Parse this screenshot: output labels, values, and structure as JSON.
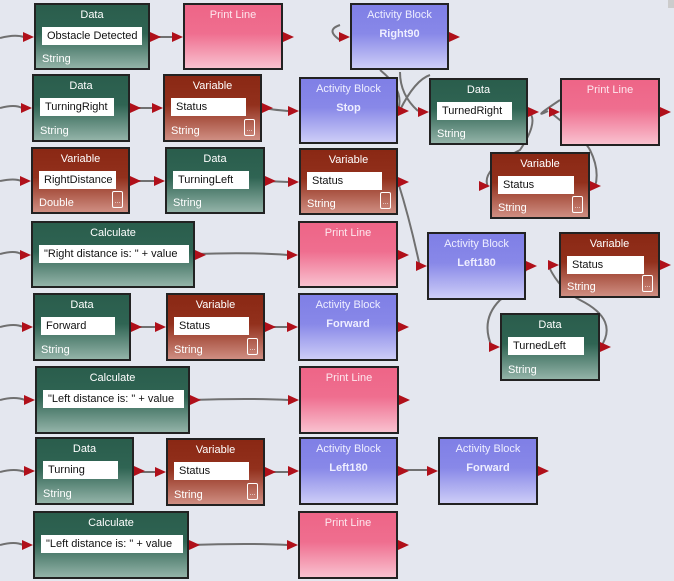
{
  "blocks": [
    {
      "kind": "data",
      "title": "Data",
      "value": "Obstacle Detected",
      "type": "String"
    },
    {
      "kind": "print",
      "title": "Print Line"
    },
    {
      "kind": "act",
      "title": "Activity Block",
      "name": "Right90"
    },
    {
      "kind": "data",
      "title": "Data",
      "value": "TurningRight",
      "type": "String"
    },
    {
      "kind": "var",
      "title": "Variable",
      "value": "Status",
      "type": "String"
    },
    {
      "kind": "act",
      "title": "Activity Block",
      "name": "Stop"
    },
    {
      "kind": "data",
      "title": "Data",
      "value": "TurnedRight",
      "type": "String"
    },
    {
      "kind": "print",
      "title": "Print Line"
    },
    {
      "kind": "var",
      "title": "Variable",
      "value": "RightDistance",
      "type": "Double"
    },
    {
      "kind": "data",
      "title": "Data",
      "value": "TurningLeft",
      "type": "String"
    },
    {
      "kind": "var",
      "title": "Variable",
      "value": "Status",
      "type": "String"
    },
    {
      "kind": "var",
      "title": "Variable",
      "value": "Status",
      "type": "String"
    },
    {
      "kind": "calc",
      "title": "Calculate",
      "value": "\"Right distance is: \" + value"
    },
    {
      "kind": "print",
      "title": "Print Line"
    },
    {
      "kind": "act",
      "title": "Activity Block",
      "name": "Left180"
    },
    {
      "kind": "var",
      "title": "Variable",
      "value": "Status",
      "type": "String"
    },
    {
      "kind": "data",
      "title": "Data",
      "value": "Forward",
      "type": "String"
    },
    {
      "kind": "var",
      "title": "Variable",
      "value": "Status",
      "type": "String"
    },
    {
      "kind": "act",
      "title": "Activity Block",
      "name": "Forward"
    },
    {
      "kind": "data",
      "title": "Data",
      "value": "TurnedLeft",
      "type": "String"
    },
    {
      "kind": "calc",
      "title": "Calculate",
      "value": "\"Left distance is: \" + value"
    },
    {
      "kind": "print",
      "title": "Print Line"
    },
    {
      "kind": "data",
      "title": "Data",
      "value": "Turning",
      "type": "String"
    },
    {
      "kind": "var",
      "title": "Variable",
      "value": "Status",
      "type": "String"
    },
    {
      "kind": "act",
      "title": "Activity Block",
      "name": "Left180"
    },
    {
      "kind": "act",
      "title": "Activity Block",
      "name": "Forward"
    },
    {
      "kind": "calc",
      "title": "Calculate",
      "value": "\"Left distance is: \" + value"
    },
    {
      "kind": "print",
      "title": "Print Line"
    }
  ],
  "colors": {
    "data": "#2a5d4c",
    "variable": "#8a2814",
    "print": "#ee6587",
    "activity": "#7f7fe6",
    "pin": "#b0101a",
    "background": "#e4e7ef"
  }
}
